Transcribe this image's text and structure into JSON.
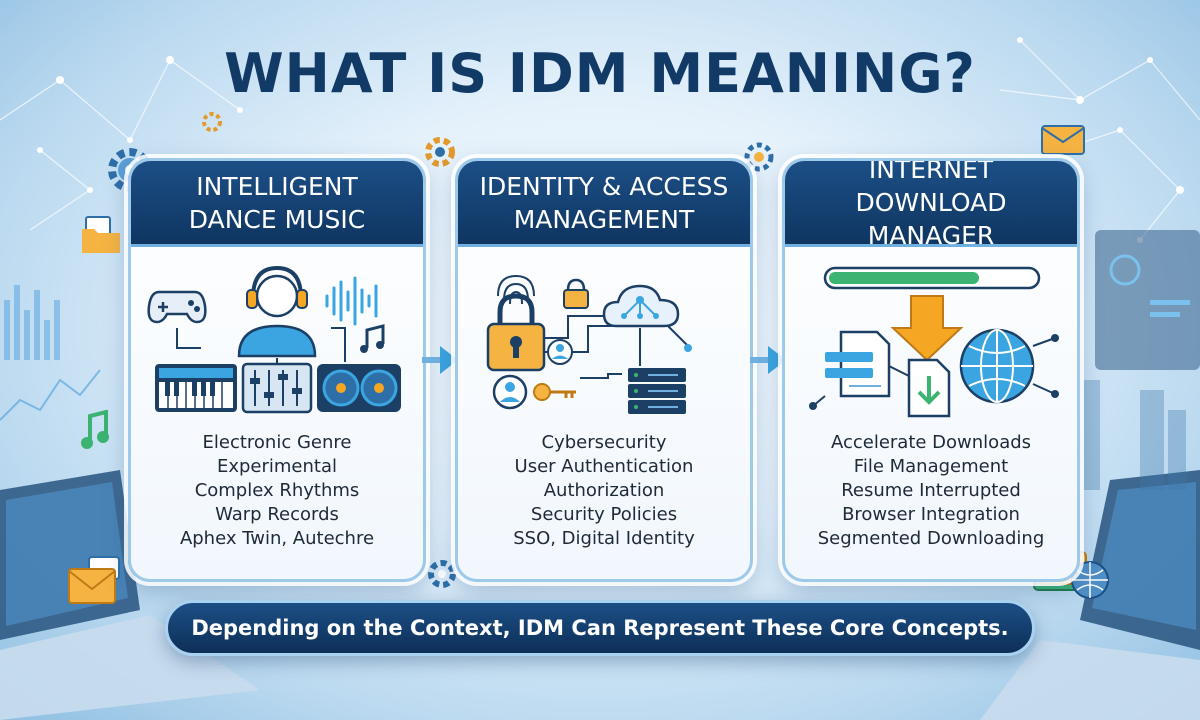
{
  "title": "WHAT IS IDM MEANING?",
  "cards": [
    {
      "heading_lines": [
        "INTELLIGENT",
        "DANCE MUSIC"
      ],
      "points": [
        "Electronic Genre",
        "Experimental",
        "Complex Rhythms",
        "Warp Records",
        "Aphex Twin, Autechre"
      ],
      "icons": [
        "gamepad-icon",
        "headphones-person-icon",
        "soundwave-icon",
        "music-note-icon",
        "keyboard-icon",
        "mixer-icon",
        "turntable-icon"
      ]
    },
    {
      "heading_lines": [
        "IDENTITY & ACCESS",
        "MANAGEMENT"
      ],
      "points": [
        "Cybersecurity",
        "User Authentication",
        "Authorization",
        "Security Policies",
        "SSO, Digital Identity"
      ],
      "icons": [
        "fingerprint-icon",
        "padlock-icon",
        "cloud-network-icon",
        "user-icon",
        "key-icon",
        "server-icon"
      ]
    },
    {
      "heading_lines": [
        "INTERNET DOWNLOAD",
        "MANAGER"
      ],
      "points": [
        "Accelerate Downloads",
        "File Management",
        "Resume Interrupted",
        "Browser Integration",
        "Segmented Downloading"
      ],
      "icons": [
        "progress-bar-icon",
        "download-arrow-icon",
        "document-icon",
        "file-download-icon",
        "globe-icon"
      ]
    }
  ],
  "footer": "Depending on the Context, IDM Can Represent These Core Concepts.",
  "colors": {
    "navy": "#123a66",
    "header_blue": "#1c4f86",
    "accent_orange": "#f5a623",
    "accent_green": "#3cb371",
    "light_blue": "#6fb0e0"
  }
}
